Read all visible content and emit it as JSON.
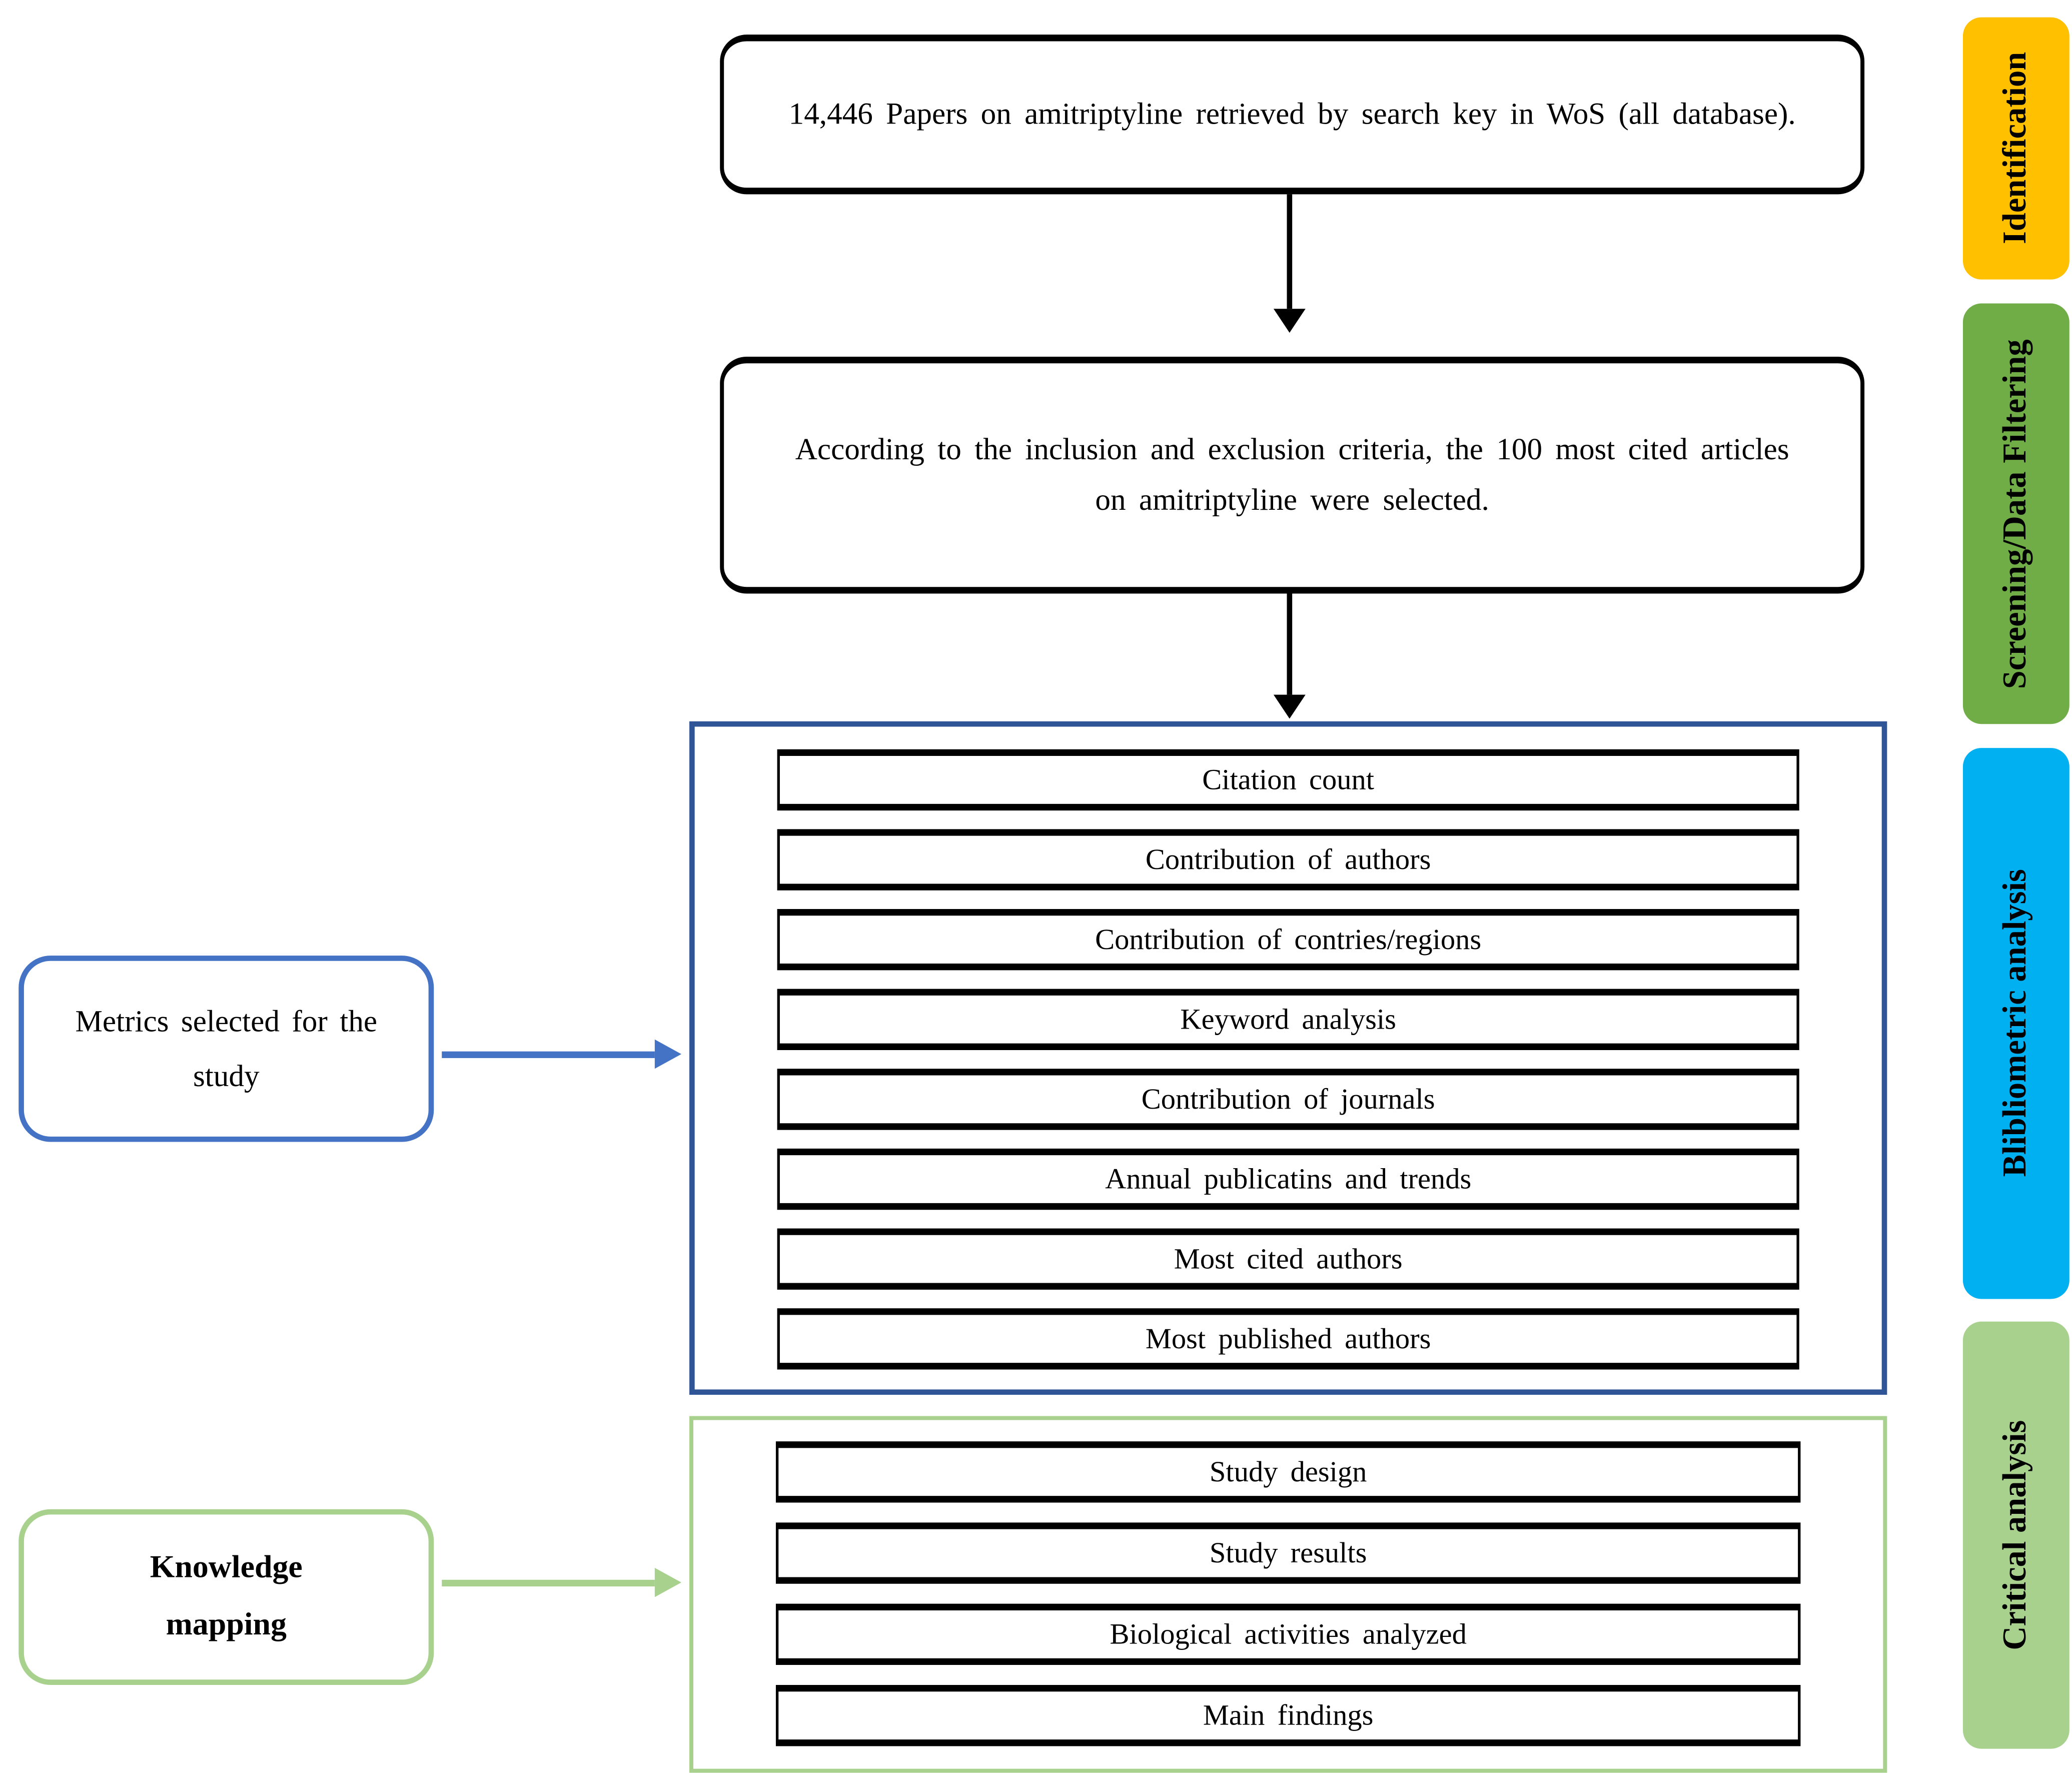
{
  "flow": {
    "identification_box": "14,446 Papers on amitriptyline retrieved by search key in WoS (all database).",
    "screening_box": "According to the inclusion and exclusion criteria, the 100 most cited articles on amitriptyline were selected."
  },
  "side_labels": {
    "metrics_box": "Metrics selected for the study",
    "knowledge_box": "Knowledge mapping"
  },
  "metrics_panel": {
    "rows": [
      "Citation count",
      "Contribution of authors",
      "Contribution of contries/regions",
      "Keyword analysis",
      "Contribution of journals",
      "Annual publicatins and trends",
      "Most cited authors",
      "Most published authors"
    ]
  },
  "mapping_panel": {
    "rows": [
      "Study design",
      "Study results",
      "Biological activities analyzed",
      "Main findings"
    ]
  },
  "stages": [
    {
      "label": "Identification",
      "color": "#FFC000"
    },
    {
      "label": "Screening/Data Filtering",
      "color": "#70AD47"
    },
    {
      "label": "Blibliometric analysis",
      "color": "#00B0F0"
    },
    {
      "label": "Critical analysis",
      "color": "#A9D18E"
    }
  ],
  "colors": {
    "black_line": "#000000",
    "bibliometric_panel_border": "#2F5597",
    "metrics_accent": "#4472C4",
    "mapping_accent": "#A9D18E"
  }
}
